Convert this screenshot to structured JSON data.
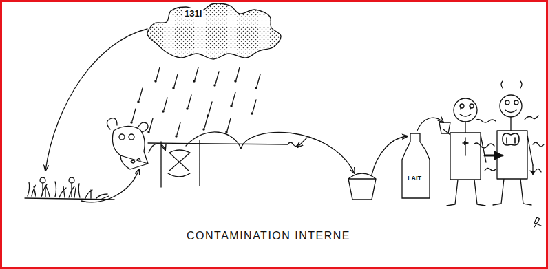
{
  "diagram": {
    "caption": "CONTAMINATION INTERNE",
    "nodes": [
      {
        "text": [
          "131I"
        ]
      },
      {
        "text": [
          "LAIT"
        ]
      }
    ]
  }
}
